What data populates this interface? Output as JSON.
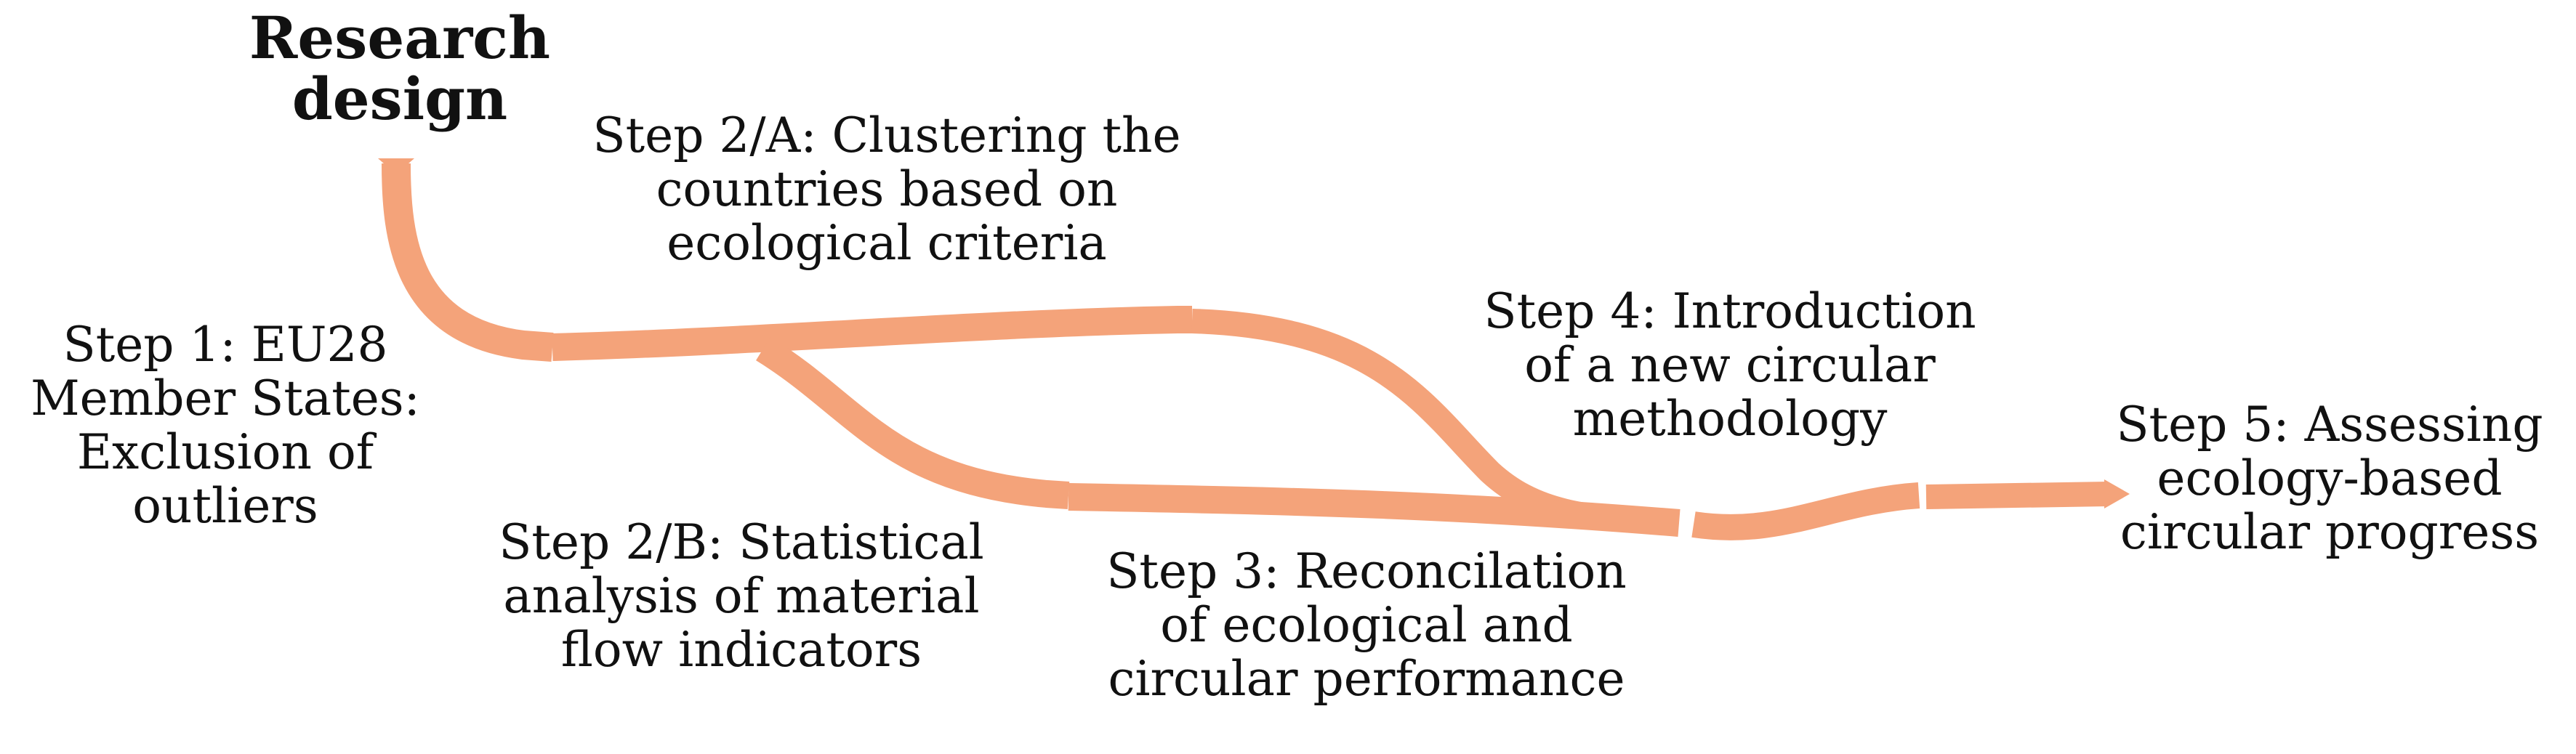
{
  "diagram": {
    "flow_color": "#f4a37a",
    "flow_highlight": "#f9c3a4",
    "title": [
      "Research",
      "design"
    ],
    "steps": {
      "step1": [
        "Step 1: EU28",
        "Member States:",
        "Exclusion of",
        "outliers"
      ],
      "step2a": [
        "Step 2/A: Clustering the",
        "countries based on",
        "ecological criteria"
      ],
      "step2b": [
        "Step 2/B: Statistical",
        "analysis of material",
        "flow indicators"
      ],
      "step3": [
        "Step 3: Reconcilation",
        "of ecological and",
        "circular performance"
      ],
      "step4": [
        "Step 4: Introduction",
        "of a new circular",
        "methodology"
      ],
      "step5": [
        "Step 5: Assessing",
        "ecology-based",
        "circular progress"
      ]
    }
  }
}
